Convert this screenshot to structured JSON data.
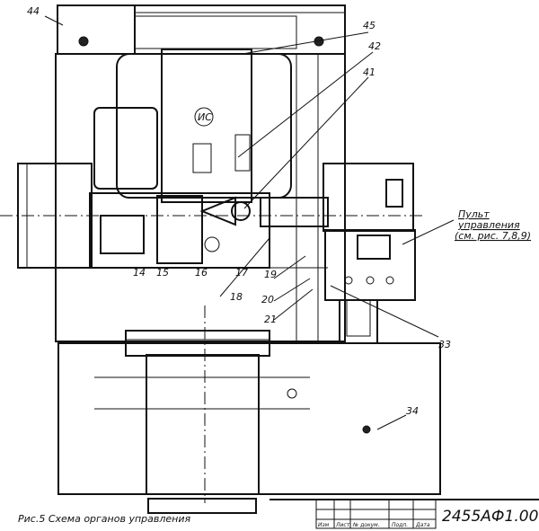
{
  "drawing": {
    "callouts": [
      "44",
      "45",
      "42",
      "41",
      "33",
      "34",
      "14",
      "15",
      "16",
      "17",
      "18",
      "19",
      "20",
      "21"
    ],
    "panel_label": {
      "line1": "Пульт",
      "line2": "управления",
      "line3": "(см. рис. 7,8,9)"
    },
    "logo_text": "ИС"
  },
  "caption": "Рис.5  Схема  органов  управления",
  "title_block": {
    "designation": "2455АФ1.00",
    "columns": [
      "Изм",
      "Лист",
      "№ докум.",
      "Подп.",
      "Дата"
    ]
  }
}
